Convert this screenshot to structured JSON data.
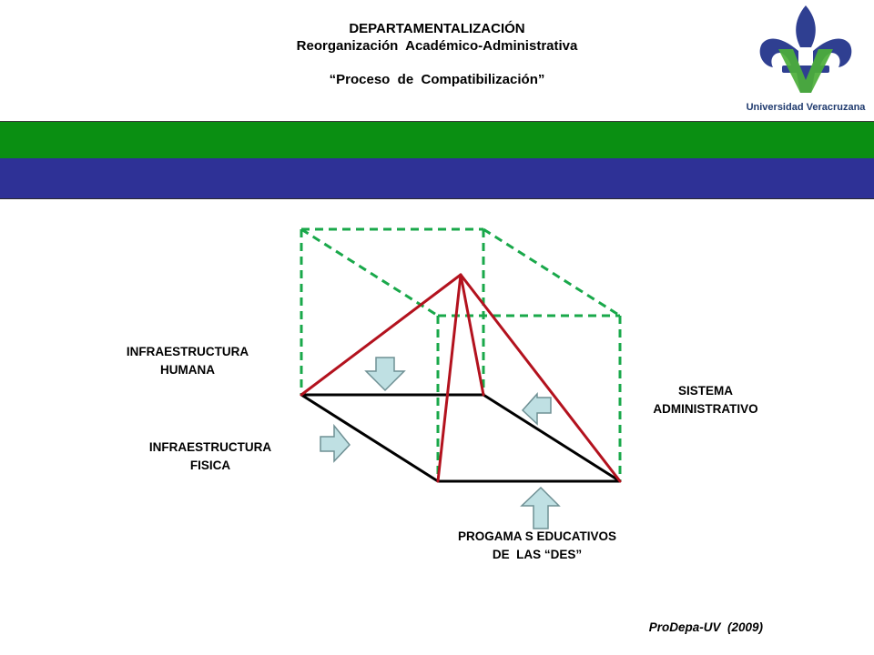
{
  "header": {
    "line1": "DEPARTAMENTALIZACIÓN",
    "line2": "Reorganización  Académico-Administrativa",
    "subtitle": "“Proceso  de  Compatibilización”"
  },
  "logo": {
    "caption": "Universidad Veracruzana",
    "icon": "fleur-de-lis-v-logo"
  },
  "colors": {
    "green_band": "#0a8f12",
    "blue_band": "#2e3196",
    "dashed_edges": "#19a84a",
    "pyramid_edges": "#b3121e",
    "base_edges": "#000000",
    "arrow_fill": "#bfe0e3",
    "arrow_stroke": "#6f9094"
  },
  "labels": {
    "infra_humana": [
      "INFRAESTRUCTURA",
      "HUMANA"
    ],
    "infra_fisica": [
      "INFRAESTRUCTURA",
      "FISICA"
    ],
    "sistema": [
      "SISTEMA",
      "ADMINISTRATIVO"
    ],
    "programas": [
      "PROGAMA S EDUCATIVOS",
      "DE  LAS “DES”"
    ]
  },
  "footer": "ProDepa-UV  (2009)"
}
